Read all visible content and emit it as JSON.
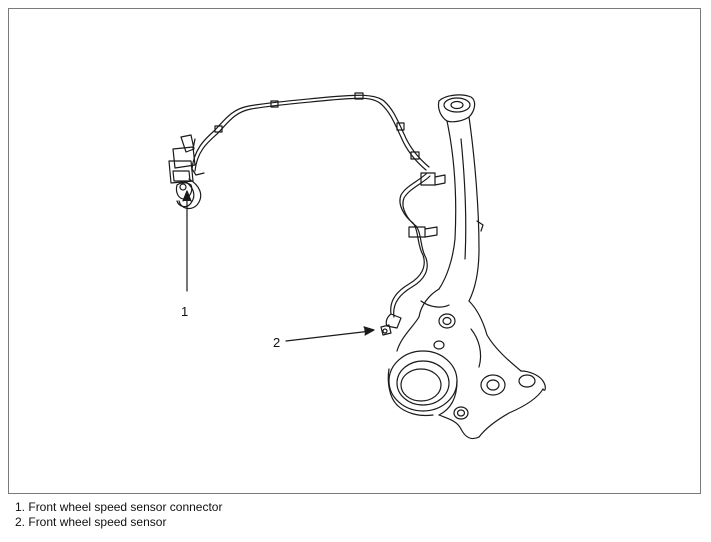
{
  "callouts": [
    {
      "id": "1",
      "label": "1"
    },
    {
      "id": "2",
      "label": "2"
    }
  ],
  "legend": [
    {
      "number": "1.",
      "text": "Front wheel speed sensor connector"
    },
    {
      "number": "2.",
      "text": "Front wheel speed sensor"
    }
  ]
}
